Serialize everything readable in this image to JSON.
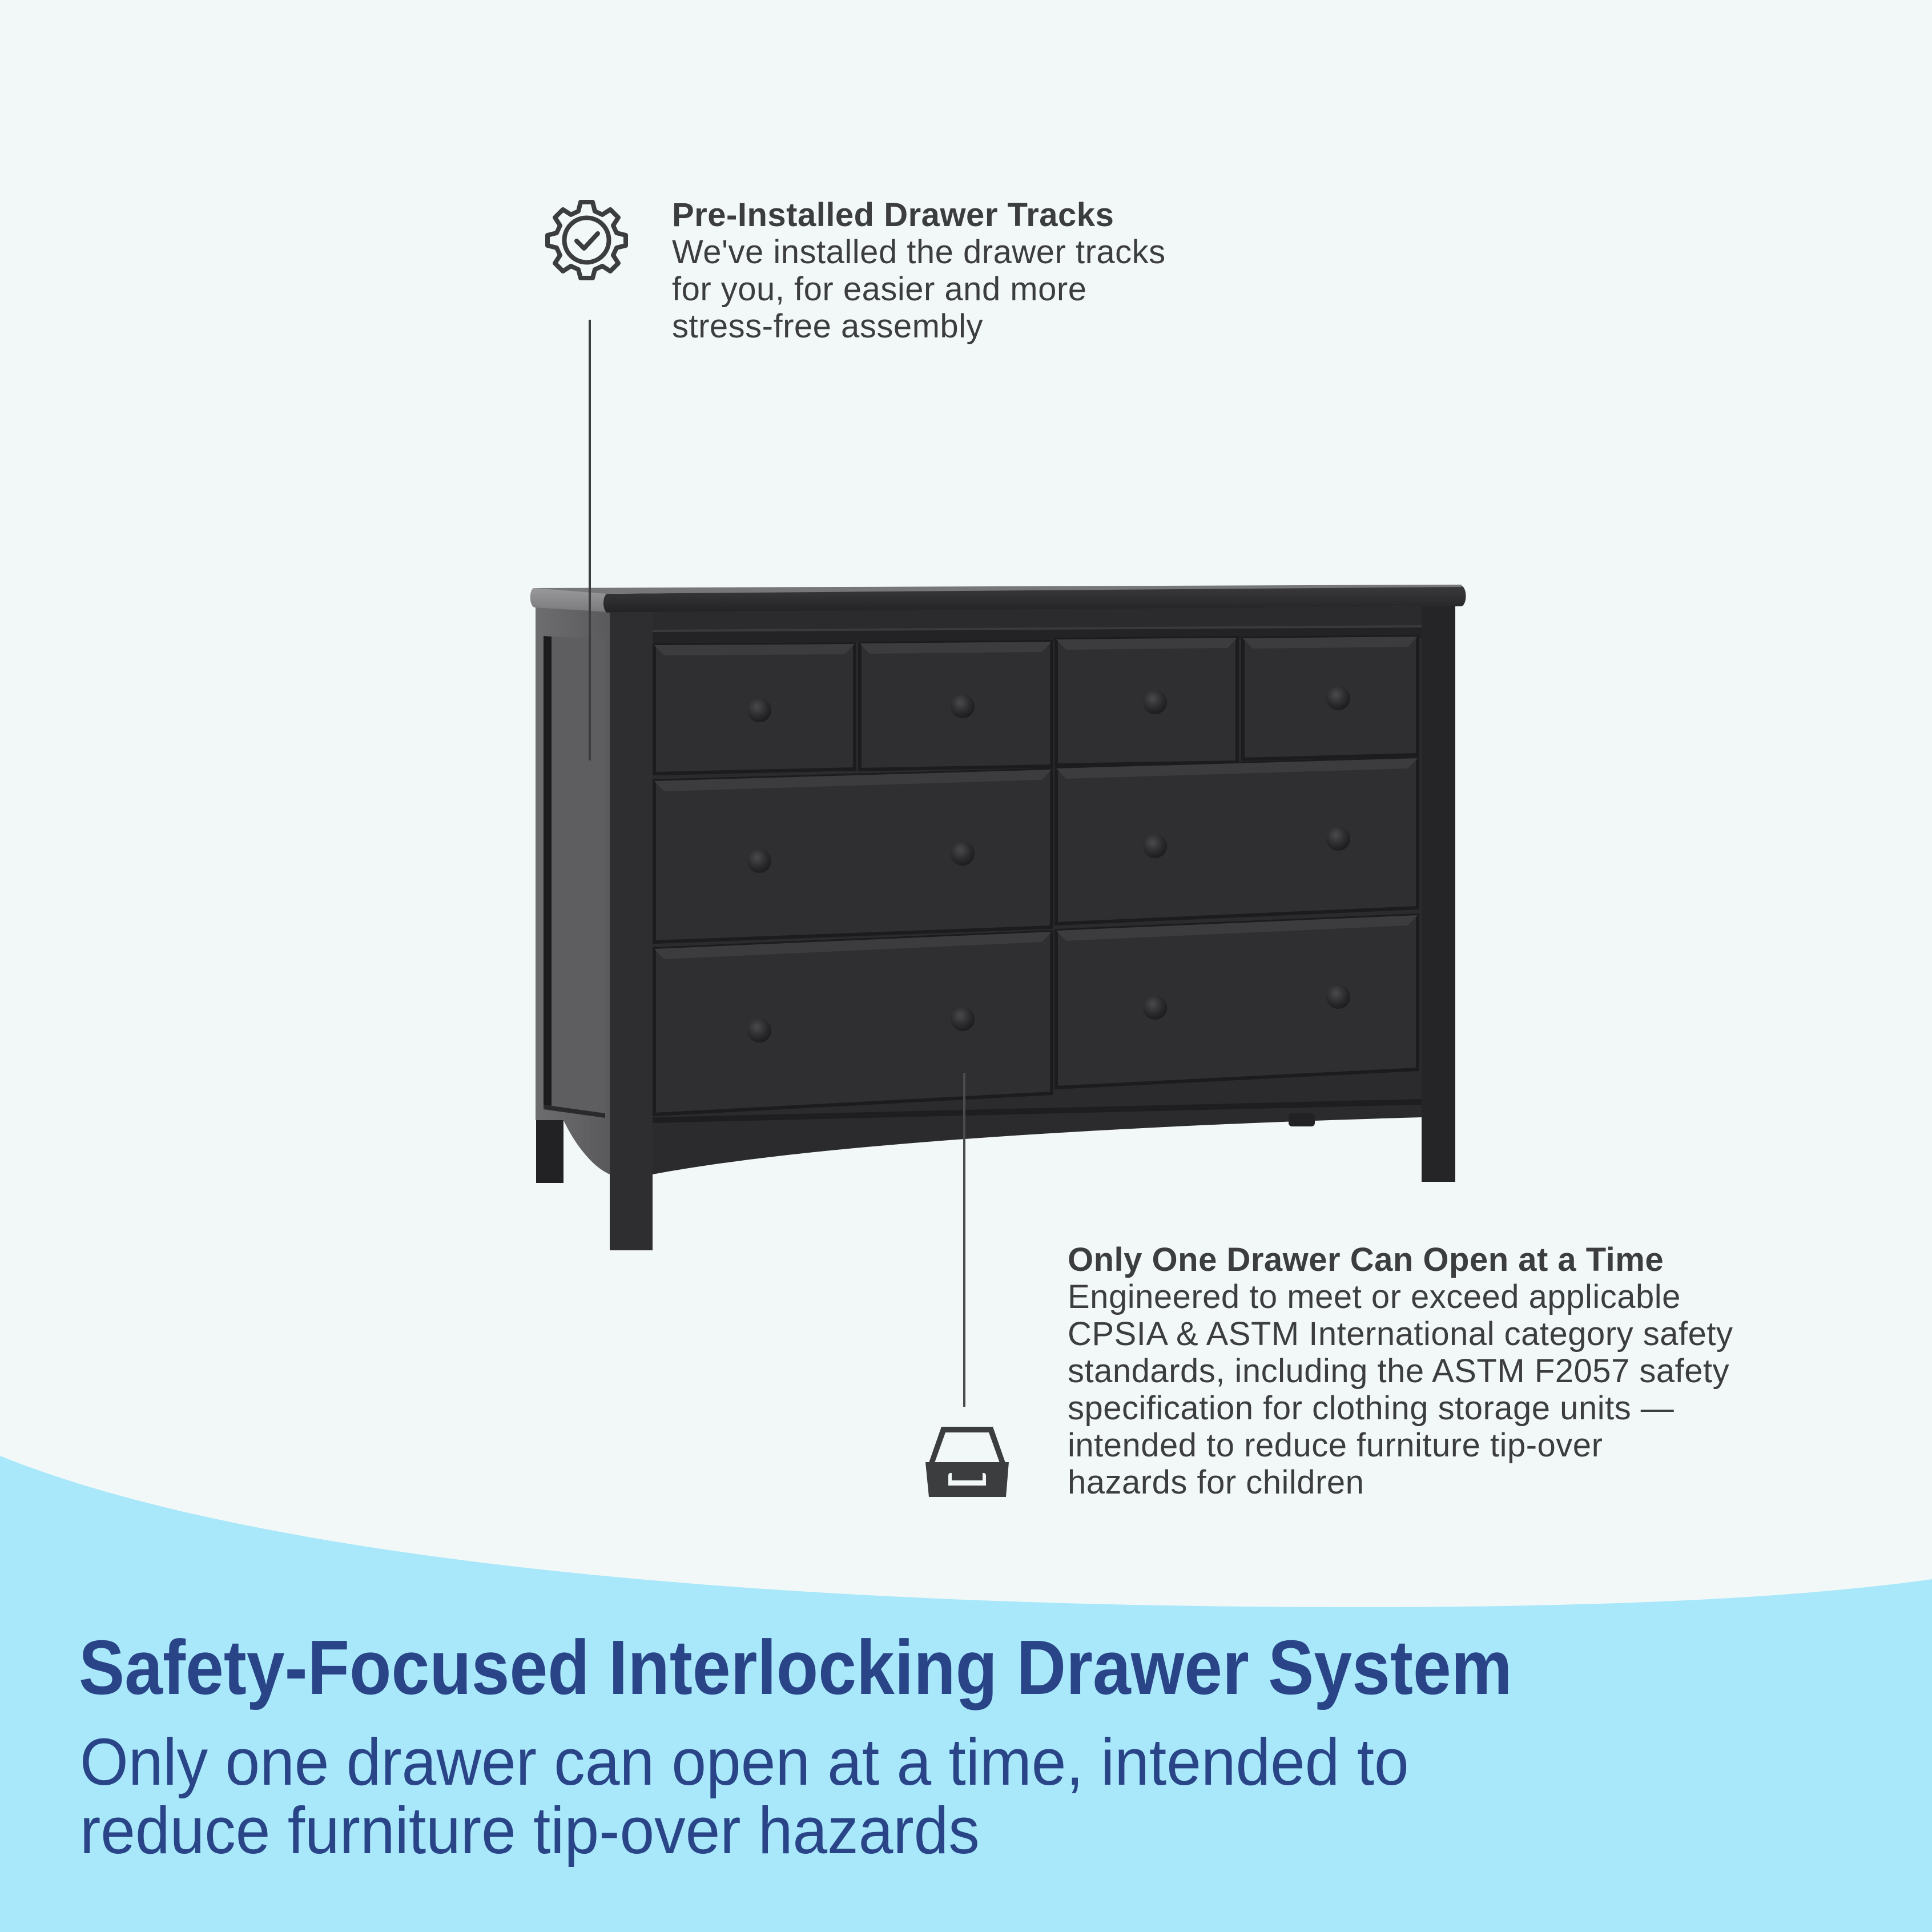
{
  "colors": {
    "background": "#F2F8F8",
    "banner_wave": "#A8E8FA",
    "heading_blue": "#2A4488",
    "annotation_text": "#3C3D3F",
    "dresser_finish": "#2D2D30"
  },
  "product": {
    "name": "dresser",
    "finish": "black",
    "drawer_count": 8,
    "drawer_layout": [
      "4 small top drawers",
      "2 medium middle drawers",
      "2 large bottom drawers"
    ]
  },
  "annotations": [
    {
      "icon": "gear-check-icon",
      "title": "Pre-Installed Drawer Tracks",
      "lines": [
        "We've installed the drawer tracks",
        "for you, for easier and more",
        "stress-free assembly"
      ]
    },
    {
      "icon": "open-drawer-icon",
      "title": "Only One Drawer Can Open at a Time",
      "lines": [
        "Engineered to meet or exceed applicable",
        "CPSIA & ASTM International category safety",
        "standards, including the ASTM F2057 safety",
        "specification for clothing storage units —",
        "intended to reduce furniture tip-over",
        "hazards for children"
      ]
    }
  ],
  "banner": {
    "title": "Safety-Focused Interlocking Drawer System",
    "subtitle_lines": [
      "Only one drawer can open at a time, intended to",
      "reduce furniture tip-over hazards"
    ]
  }
}
